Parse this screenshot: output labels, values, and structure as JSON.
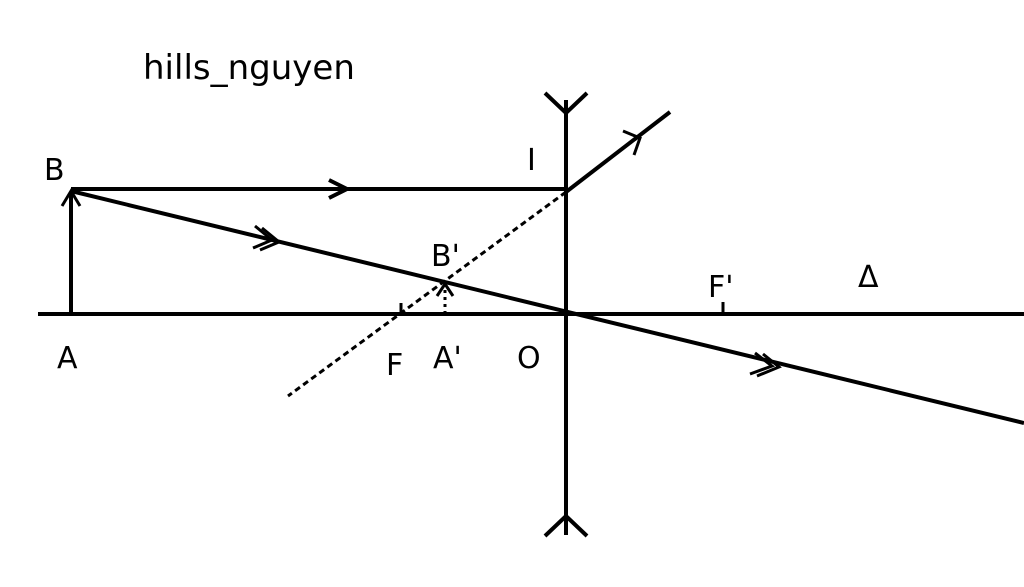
{
  "watermark": "hills_nguyen",
  "labels": {
    "B": "B",
    "A": "A",
    "I": "I",
    "B_prime": "B'",
    "A_prime": "A'",
    "F": "F",
    "O": "O",
    "F_prime": "F'",
    "axis": "Δ"
  },
  "lens_type": "diverging",
  "colors": {
    "ink": "#000000",
    "background": "#ffffff"
  }
}
